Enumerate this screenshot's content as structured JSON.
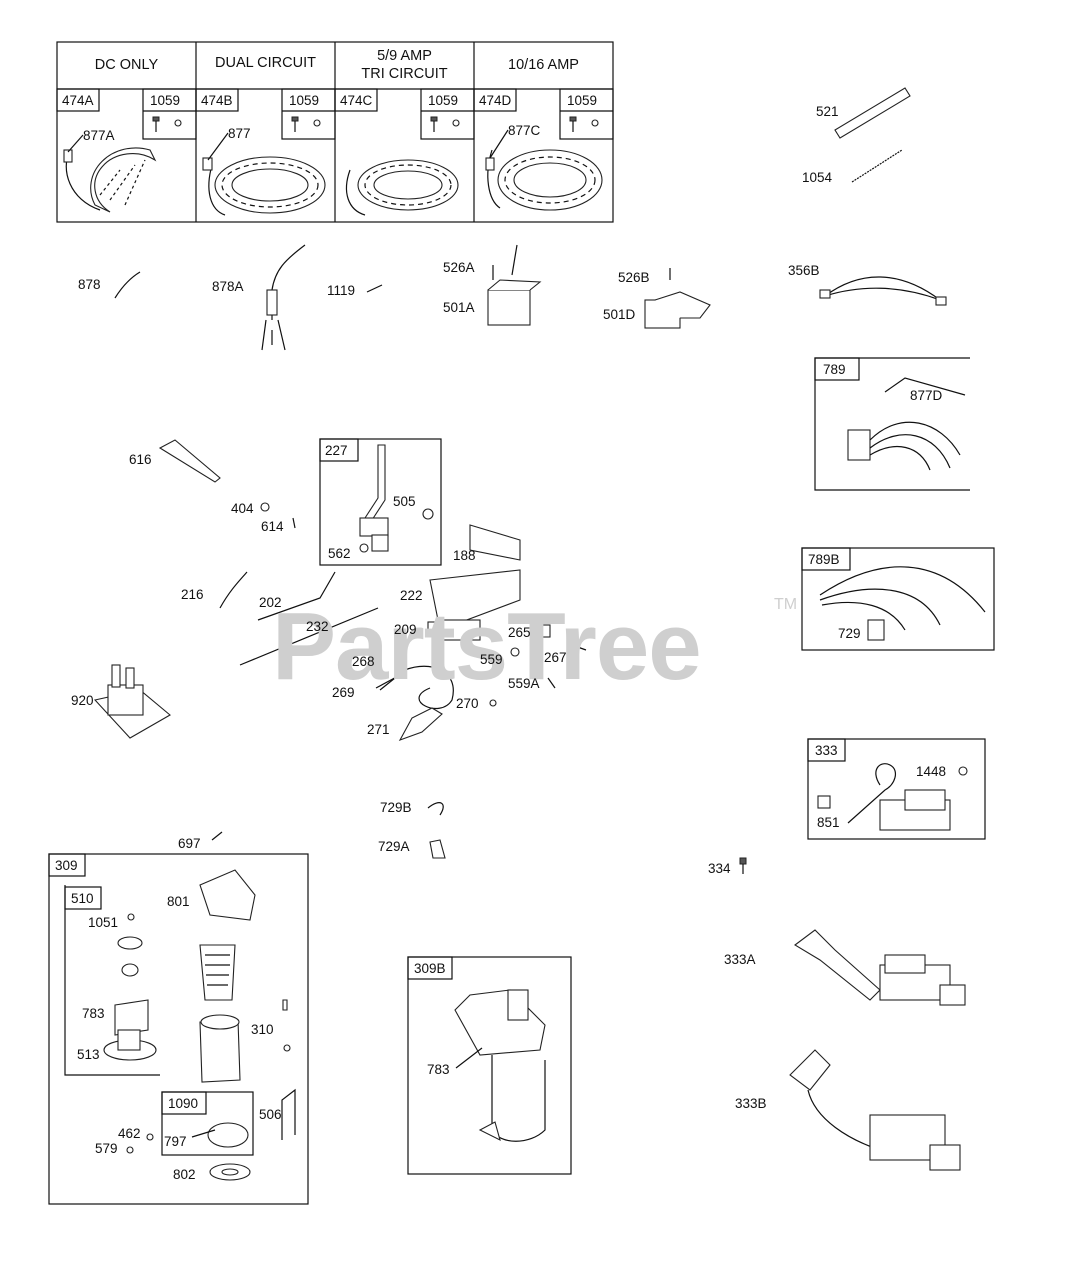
{
  "watermark": {
    "text": "PartsTree",
    "tm": "TM"
  },
  "stator_table": {
    "headers": [
      "DC ONLY",
      "DUAL CIRCUIT",
      "5/9 AMP\nTRI CIRCUIT",
      "10/16 AMP"
    ],
    "assemblies": [
      "474A",
      "474B",
      "474C",
      "474D"
    ],
    "screw_kit": "1059",
    "leads": [
      "877A",
      "877",
      "",
      "877C"
    ]
  },
  "kit_boxes": {
    "k789": "789",
    "k789b": "789B",
    "k227": "227",
    "k333": "333",
    "k309": "309",
    "k510": "510",
    "k1090": "1090",
    "k309b": "309B"
  },
  "labels": {
    "p521": "521",
    "p1054": "1054",
    "p878": "878",
    "p878a": "878A",
    "p1119": "1119",
    "p526a": "526A",
    "p501a": "501A",
    "p526b": "526B",
    "p501d": "501D",
    "p356b": "356B",
    "p877d": "877D",
    "p729": "729",
    "p616": "616",
    "p404": "404",
    "p614": "614",
    "p505": "505",
    "p562": "562",
    "p188": "188",
    "p216": "216",
    "p202": "202",
    "p222": "222",
    "p232": "232",
    "p209": "209",
    "p265": "265",
    "p268": "268",
    "p559": "559",
    "p267": "267",
    "p269": "269",
    "p559a": "559A",
    "p270": "270",
    "p920": "920",
    "p271": "271",
    "p1448": "1448",
    "p851": "851",
    "p729b": "729B",
    "p729a": "729A",
    "p697": "697",
    "p334": "334",
    "p801": "801",
    "p1051": "1051",
    "p783": "783",
    "p513": "513",
    "p310": "310",
    "p333a": "333A",
    "p783b": "783",
    "p333b": "333B",
    "p462": "462",
    "p579": "579",
    "p797": "797",
    "p506": "506",
    "p802": "802"
  }
}
